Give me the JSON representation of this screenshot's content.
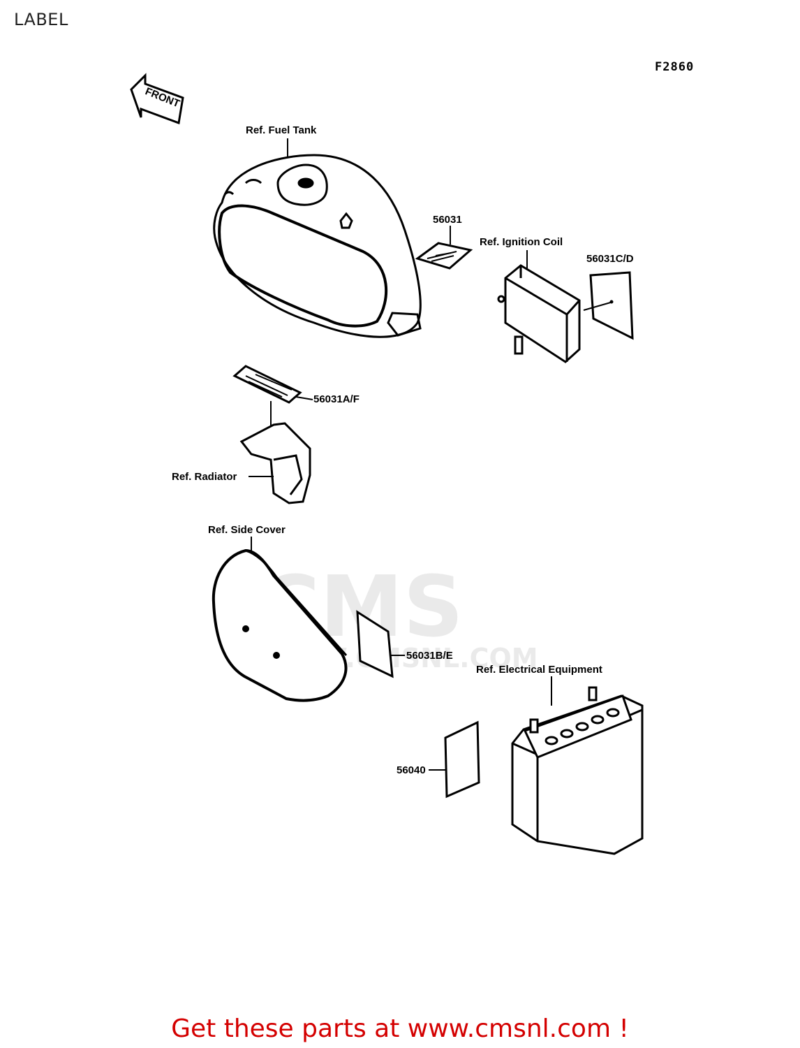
{
  "header": {
    "title": "LABEL",
    "figure_code": "F2860"
  },
  "front_arrow": "FRONT",
  "parts": [
    {
      "ref": "Ref. Fuel Tank"
    },
    {
      "number": "56031"
    },
    {
      "ref": "Ref. Ignition Coil"
    },
    {
      "number": "56031C/D"
    },
    {
      "number": "56031A/F"
    },
    {
      "ref": "Ref. Radiator"
    },
    {
      "ref": "Ref. Side Cover"
    },
    {
      "number": "56031B/E"
    },
    {
      "ref": "Ref. Electrical Equipment"
    },
    {
      "number": "56040"
    }
  ],
  "watermark": {
    "brand": "CMS",
    "url": "WWW.CMSNL.COM"
  },
  "footer": {
    "text": "Get these parts at www.cmsnl.com !"
  }
}
